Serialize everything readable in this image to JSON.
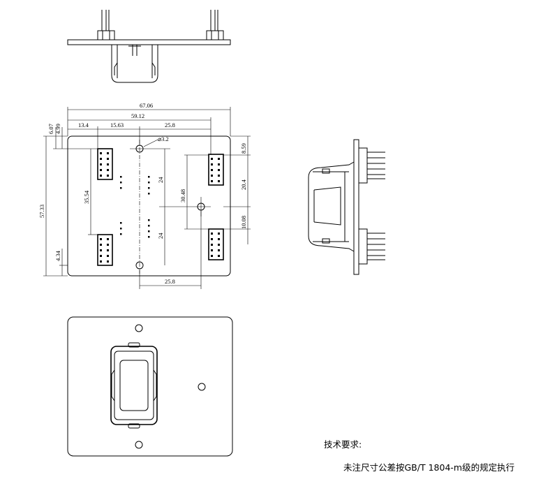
{
  "dimensions": {
    "overall_width": "67.06",
    "inner_width": "59.12",
    "seg_a": "13.4",
    "seg_b": "15.63",
    "seg_c": "25.8",
    "bottom_span": "25.8",
    "hole_dia": "⌀3.2",
    "top_offset_a": "6.07",
    "top_offset_b": "4.99",
    "overall_height": "57.33",
    "left_height": "35.54",
    "bottom_offset": "4.34",
    "pitch_upper": "24",
    "pitch_lower": "24",
    "right_height": "30.48",
    "right_top": "8.59",
    "right_mid": "20.4",
    "right_low": "10.08"
  },
  "notes": {
    "title": "技术要求:",
    "line1": "未注尺寸公差按GB/T 1804-m级的规定执行"
  }
}
